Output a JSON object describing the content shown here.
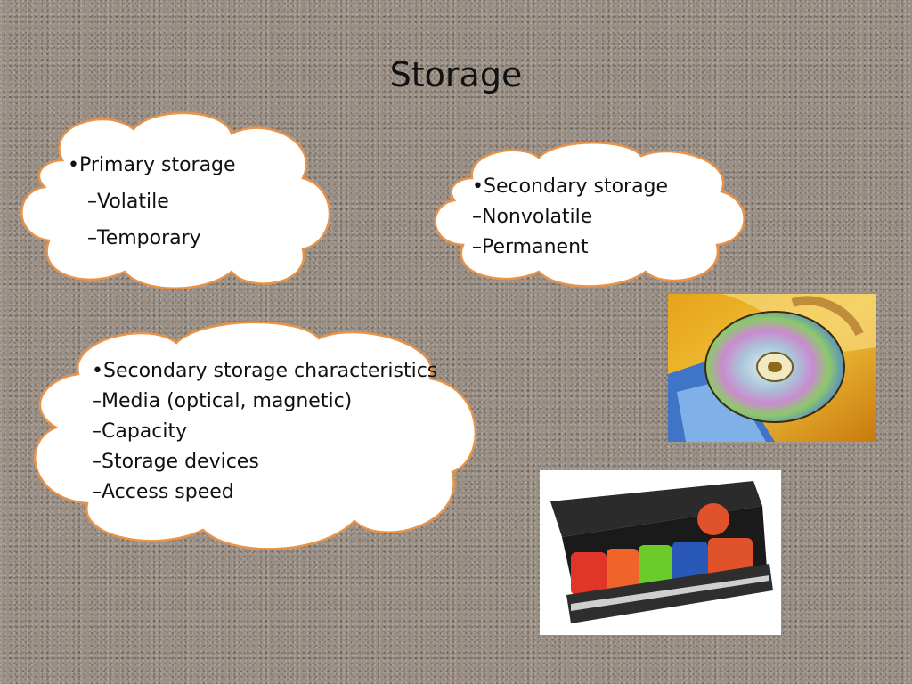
{
  "slide": {
    "title": "Storage"
  },
  "clouds": {
    "primary": {
      "heading": "•Primary storage",
      "items": [
        "–Volatile",
        "–Temporary"
      ]
    },
    "secondary": {
      "heading": "•Secondary storage",
      "items": [
        "–Nonvolatile",
        "–Permanent"
      ]
    },
    "characteristics": {
      "heading": "•Secondary storage characteristics",
      "items": [
        "–Media (optical, magnetic)",
        "–Capacity",
        "–Storage devices",
        "–Access speed"
      ]
    }
  },
  "colors": {
    "cloud_fill": "#ffffff",
    "cloud_stroke": "#e8934a",
    "background": "#9a8f85"
  },
  "images": {
    "cd": "optical-disc-photo",
    "media_box": "disk-storage-box-photo"
  }
}
